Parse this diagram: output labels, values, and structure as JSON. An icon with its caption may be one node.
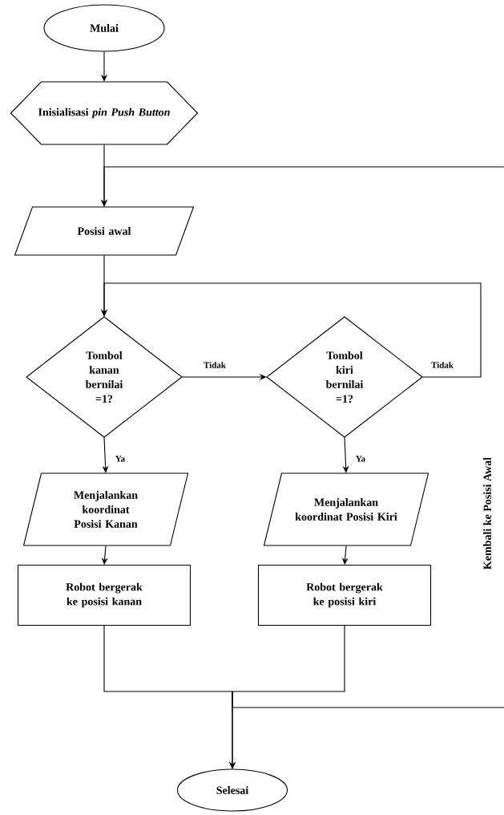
{
  "diagram": {
    "nodes": [
      {
        "text": [
          "Mulai"
        ]
      },
      {
        "text": [
          "Inisialisasi *pin Push Button*"
        ]
      },
      {
        "text": [
          "Posisi awal"
        ]
      },
      {
        "text": [
          "Tombol kanan bernilai =1?"
        ]
      },
      {
        "text": [
          "Tombol kiri bernilai =1?"
        ]
      },
      {
        "text": [
          "Menjalankan koordinat Posisi Kanan"
        ]
      },
      {
        "text": [
          "Menjalankan koordinat Posisi Kiri"
        ]
      },
      {
        "text": [
          "Robot bergerak ke posisi kanan"
        ]
      },
      {
        "text": [
          "Robot bergerak ke posisi kiri"
        ]
      },
      {
        "text": [
          "Selesai"
        ]
      }
    ],
    "edges": [
      {
        "from": 0,
        "to": 1,
        "arrow": "to"
      },
      {
        "from": 1,
        "to": 2,
        "arrow": "to"
      },
      {
        "from": 2,
        "to": 3,
        "arrow": "to"
      },
      {
        "from": 3,
        "to": 4,
        "arrow": "to",
        "label": "Tidak"
      },
      {
        "from": 4,
        "to": 3,
        "arrow": "to",
        "label": "Tidak"
      },
      {
        "from": 3,
        "to": 5,
        "arrow": "to",
        "label": "Ya"
      },
      {
        "from": 4,
        "to": 6,
        "arrow": "to",
        "label": "Ya"
      },
      {
        "from": 5,
        "to": 7,
        "arrow": "to"
      },
      {
        "from": 6,
        "to": 8,
        "arrow": "to"
      },
      {
        "from": 7,
        "to": 9,
        "arrow": "to"
      },
      {
        "from": 8,
        "to": 9,
        "arrow": "to"
      },
      {
        "from": null,
        "to": 2,
        "arrow": "to"
      }
    ],
    "labels": [
      "Kembali ke Posisi Awal"
    ]
  }
}
